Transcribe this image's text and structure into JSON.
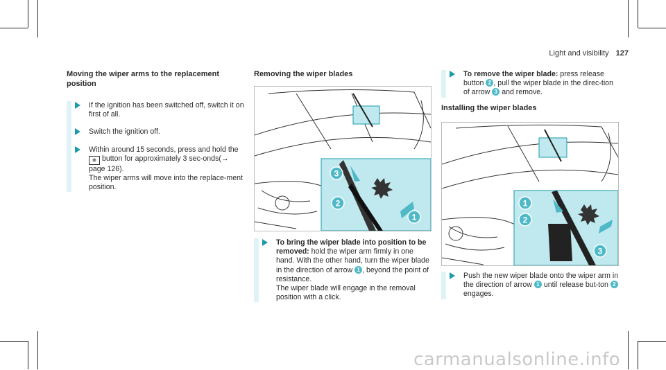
{
  "header": {
    "section": "Light and visibility",
    "page": "127"
  },
  "col1": {
    "heading": "Moving the wiper arms to the replacement position",
    "steps": [
      {
        "text": "If the ignition has been switched off, switch it on first of all."
      },
      {
        "text": "Switch the ignition off."
      },
      {
        "a": "Within around 15 seconds, press and hold the",
        "b": "button for approximately 3 sec-onds(→ page 126).",
        "c": "The wiper arms will move into the replace-ment position."
      }
    ]
  },
  "col2": {
    "heading": "Removing the wiper blades",
    "callouts": [
      "1",
      "2",
      "3"
    ],
    "step": {
      "lead": "To bring the wiper blade into position to be removed:",
      "a": "hold the wiper arm firmly in one hand. With the other hand, turn the wiper blade in the direction of arrow",
      "b": ", beyond the point of resistance.",
      "c": "The wiper blade will engage in the removal position with a click."
    }
  },
  "col3": {
    "step1": {
      "lead": "To remove the wiper blade:",
      "a": "press release button",
      "b": ", pull the wiper blade in the direc-tion of arrow",
      "c": "and remove."
    },
    "heading": "Installing the wiper blades",
    "step2": {
      "a": "Push the new wiper blade onto the wiper arm in the direction of arrow",
      "b": "until release but-ton",
      "c": "engages."
    }
  },
  "colors": {
    "accent": "#1a9ba9",
    "callout": "#4fb9c8",
    "inset": "#bfe9ee"
  },
  "footer": {
    "watermark": "carmanualsonline.info"
  }
}
